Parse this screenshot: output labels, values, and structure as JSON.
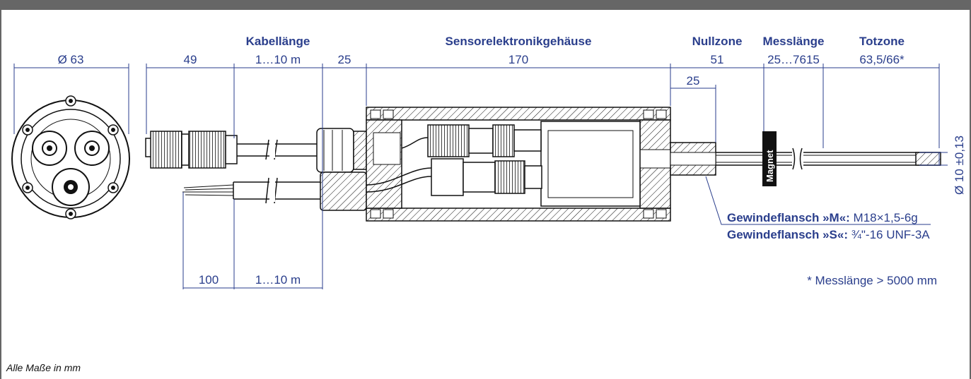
{
  "dimensions": {
    "flange_diameter": "Ø 63",
    "connector_length": "49",
    "cable_length_label": "Kabellänge",
    "cable_length_top": "1…10 m",
    "gap_25": "25",
    "housing_label": "Sensorelektronikgehäuse",
    "housing_length": "170",
    "nullzone_label": "Nullzone",
    "nullzone_value": "51",
    "nullzone_inner": "25",
    "messlaenge_label": "Messlänge",
    "messlaenge_value": "25…7615",
    "totzone_label": "Totzone",
    "totzone_value": "63,5/66*",
    "rod_diameter": "Ø 10 ±0,13",
    "cable_strip": "100",
    "cable_length_bottom": "1…10 m"
  },
  "labels": {
    "magnet": "Magnet",
    "flange_m_bold": "Gewindeflansch »M«:",
    "flange_m_value": " M18×1,5-6g",
    "flange_s_bold": "Gewindeflansch »S«:",
    "flange_s_value": " ¾\"-16 UNF-3A",
    "footnote": "* Messlänge > 5000 mm",
    "units_note": "Alle Maße in mm"
  },
  "colors": {
    "dimension_blue": "#2a3e8c",
    "top_bar": "#666666"
  }
}
